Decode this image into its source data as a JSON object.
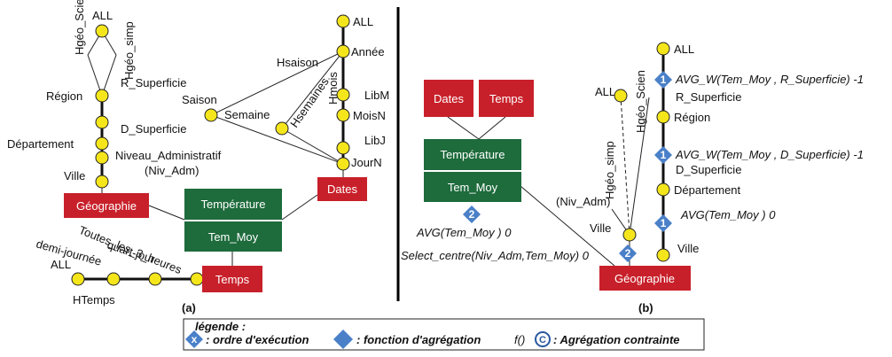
{
  "panel_a": {
    "geography": {
      "all": "ALL",
      "h_scien": "Hgéo_Scien",
      "h_simp": "Hgéo_simp",
      "region": "Région",
      "r_superficie": "R_Superficie",
      "d_superficie": "D_Superficie",
      "departement": "Département",
      "ville": "Ville",
      "niv_adm_1": "Niveau_Administratif",
      "niv_adm_2": "(Niv_Adm)",
      "box": "Géographie"
    },
    "dates": {
      "all": "ALL",
      "annee": "Année",
      "hsaison": "Hsaison",
      "hmois": "Hmois",
      "hsemaines": "Hsemaines",
      "saison": "Saison",
      "semaine": "Semaine",
      "libm": "LibM",
      "moisn": "MoisN",
      "libj": "LibJ",
      "journ": "JourN",
      "box": "Dates"
    },
    "fact": {
      "title": "Température",
      "measure": "Tem_Moy"
    },
    "time": {
      "toutes": "Toutes_les_3_heures",
      "quart": "quart-jour",
      "demi": "demi-journée",
      "all": "ALL",
      "htemps": "HTemps",
      "box": "Temps"
    },
    "caption": "(a)"
  },
  "panel_b": {
    "dates_box": "Dates",
    "temps_box": "Temps",
    "fact": {
      "title": "Température",
      "measure": "Tem_Moy"
    },
    "diamond2_num": "2",
    "avg_label": "AVG(Tem_Moy ) 0",
    "select_label": "Select_centre(Niv_Adm,Tem_Moy) 0",
    "all": "ALL",
    "h_simp": "Hgéo_simp",
    "h_scien": "Hgéo_Scien",
    "niv_adm": "(Niv_Adm)",
    "ville_left": "Ville",
    "geo_box": "Géographie",
    "chain": {
      "all": "ALL",
      "d1_num": "1",
      "f1": "AVG_W(Tem_Moy , R_Superficie) -1",
      "r_superficie": "R_Superficie",
      "region": "Région",
      "d2_num": "1",
      "f2": "AVG_W(Tem_Moy , D_Superficie) -1",
      "d_superficie": "D_Superficie",
      "departement": "Département",
      "d3_num": "1",
      "f3": "AVG(Tem_Moy ) 0",
      "ville": "Ville",
      "d4_num": "2"
    },
    "caption": "(b)"
  },
  "legend": {
    "title": "légende :",
    "x_symbol": "x",
    "order": ": ordre d'exécution",
    "agg": ": fonction d'agrégation",
    "f_paren": "f()",
    "c_symbol": "C",
    "constrained": ": Agrégation contrainte"
  },
  "colors": {
    "dimension_box": "#c8202a",
    "fact_box": "#1e6b3c",
    "level_node": "#f5e61c",
    "diamond": "#4a80c8"
  }
}
